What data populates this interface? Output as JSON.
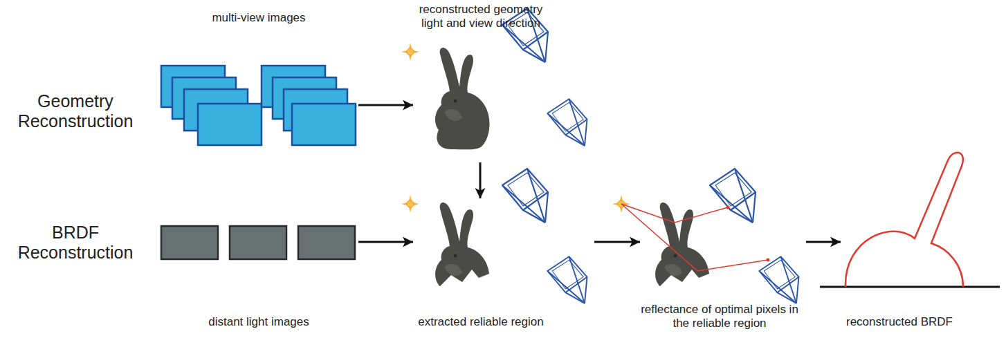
{
  "diagram": {
    "nodes": [
      {
        "text": [
          "multi-view images"
        ]
      },
      {
        "text": [
          "reconstructed geometry light and view direction"
        ]
      },
      {
        "text": [
          "distant light images"
        ]
      },
      {
        "text": [
          "extracted reliable region"
        ]
      },
      {
        "text": [
          "reflectance of optimal pixels in the reliable region"
        ]
      },
      {
        "text": [
          "reconstructed BRDF"
        ]
      }
    ],
    "edges": [
      {
        "from": 0,
        "to": 1,
        "arrow": "to"
      },
      {
        "from": 1,
        "to": 3,
        "arrow": "to"
      },
      {
        "from": 2,
        "to": 3,
        "arrow": "to"
      },
      {
        "from": 3,
        "to": 4,
        "arrow": "to"
      },
      {
        "from": 4,
        "to": 5,
        "arrow": "to"
      }
    ],
    "labels": [
      "Geometry Reconstruction",
      "BRDF Reconstruction"
    ]
  }
}
